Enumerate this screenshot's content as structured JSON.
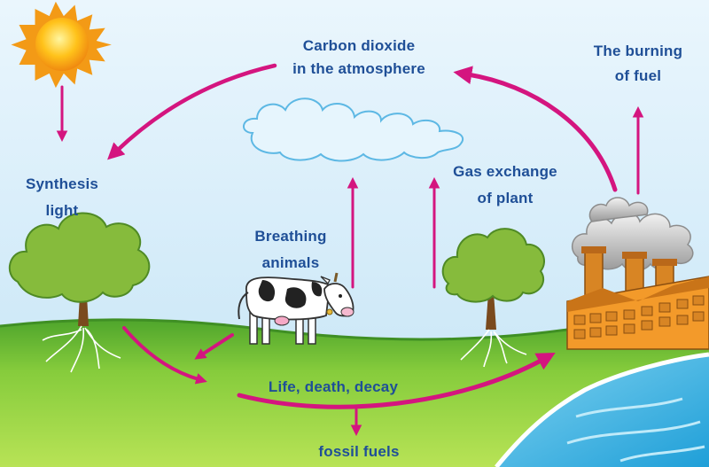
{
  "labels": {
    "co2_line1": "Carbon dioxide",
    "co2_line2": "in the atmosphere",
    "burning_line1": "The burning",
    "burning_line2": "of fuel",
    "synthesis_line1": "Synthesis",
    "synthesis_line2": "light",
    "gas_line1": "Gas exchange",
    "gas_line2": "of plant",
    "breathing_line1": "Breathing",
    "breathing_line2": "animals",
    "life": "Life, death, decay",
    "fossil": "fossil fuels"
  },
  "colors": {
    "text": "#1f4f97",
    "arrow": "#d4157f",
    "sky_top": "#dff1fb",
    "sky_bottom": "#c7e5f5",
    "grass": "#8fd13c",
    "grass_dark": "#5aa92e",
    "water": "#43b6e4",
    "factory": "#f39a2a",
    "tree": "#7fb43a",
    "cloud": "#e4f4fc"
  },
  "icons": {
    "sun": "sun-icon",
    "cloud": "cloud-icon",
    "tree": "tree-icon",
    "cow": "cow-icon",
    "factory": "factory-icon",
    "smoke": "smoke-icon",
    "water": "water-icon"
  }
}
